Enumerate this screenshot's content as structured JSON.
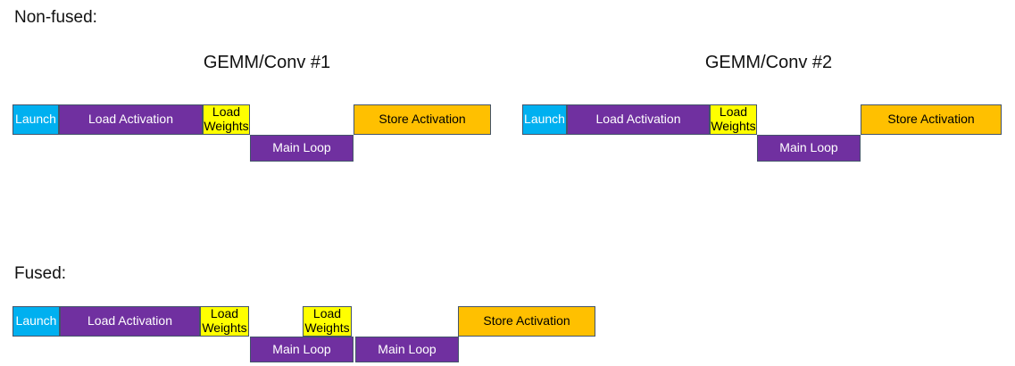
{
  "diagram": {
    "background": "#FFFFFF",
    "colors": {
      "launch_fill": "#00B0F0",
      "load_main_fill": "#7030A0",
      "weights_fill": "#FFFF00",
      "store_fill": "#FFC000",
      "block_border": "#44546A",
      "light_text": "#FFFFFF",
      "dark_text": "#000000",
      "label_text": "#111111"
    },
    "non_fused": {
      "label": "Non-fused:",
      "groups": [
        {
          "title": "GEMM/Conv #1",
          "blocks": {
            "launch": "Launch",
            "load_activation": "Load Activation",
            "load_weights": "Load Weights",
            "main_loop": "Main Loop",
            "store_activation": "Store Activation"
          }
        },
        {
          "title": "GEMM/Conv #2",
          "blocks": {
            "launch": "Launch",
            "load_activation": "Load Activation",
            "load_weights": "Load Weights",
            "main_loop": "Main Loop",
            "store_activation": "Store Activation"
          }
        }
      ]
    },
    "fused": {
      "label": "Fused:",
      "blocks": {
        "launch": "Launch",
        "load_activation": "Load Activation",
        "load_weights_1": "Load Weights",
        "main_loop_1": "Main Loop",
        "load_weights_2": "Load Weights",
        "main_loop_2": "Main Loop",
        "store_activation": "Store Activation"
      }
    }
  }
}
